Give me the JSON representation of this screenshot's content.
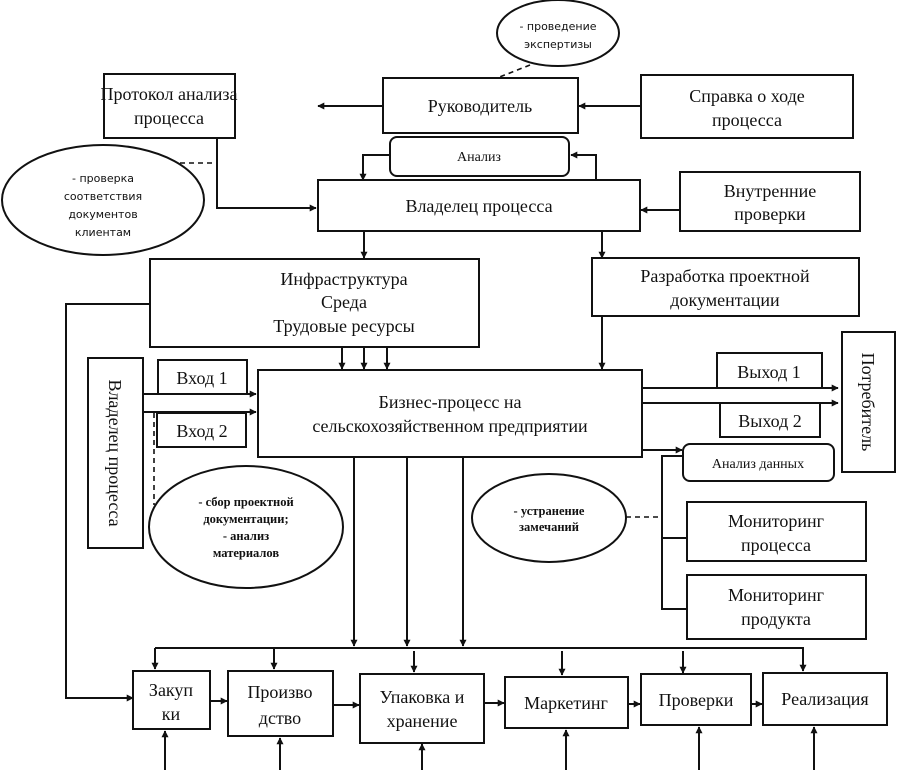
{
  "diagram": {
    "nodes": {
      "protocol": {
        "lines": [
          "Протокол анализа",
          "процесса"
        ]
      },
      "manager": {
        "lines": [
          "Руководитель"
        ]
      },
      "progress_report": {
        "lines": [
          "Справка о ходе",
          "процесса"
        ]
      },
      "analysis": {
        "lines": [
          "Анализ"
        ]
      },
      "process_owner_top": {
        "lines": [
          "Владелец процесса"
        ]
      },
      "internal_audits": {
        "lines": [
          "Внутренние",
          "проверки"
        ]
      },
      "resources": {
        "lines": [
          "Инфраструктура",
          "Среда",
          "Трудовые ресурсы"
        ]
      },
      "design_docs": {
        "lines": [
          "Разработка проектной",
          "документации"
        ]
      },
      "process_owner_side": {
        "lines": [
          "Владелец процесса"
        ]
      },
      "input1": {
        "lines": [
          "Вход 1"
        ]
      },
      "input2": {
        "lines": [
          "Вход 2"
        ]
      },
      "business_process": {
        "lines": [
          "Бизнес-процесс на",
          "сельскохозяйственном предприятии"
        ]
      },
      "output1": {
        "lines": [
          "Выход 1"
        ]
      },
      "output2": {
        "lines": [
          "Выход 2"
        ]
      },
      "consumer": {
        "lines": [
          "Потребитель"
        ]
      },
      "data_analysis": {
        "lines": [
          "Анализ данных"
        ]
      },
      "monitoring_process": {
        "lines": [
          "Мониторинг",
          "процесса"
        ]
      },
      "monitoring_product": {
        "lines": [
          "Мониторинг",
          "продукта"
        ]
      },
      "purchasing": {
        "lines": [
          "Закуп",
          "ки"
        ]
      },
      "production": {
        "lines": [
          "Произво",
          "дство"
        ]
      },
      "packaging": {
        "lines": [
          "Упаковка и",
          "хранение"
        ]
      },
      "marketing": {
        "lines": [
          "Маркетинг"
        ]
      },
      "inspections": {
        "lines": [
          "Проверки"
        ]
      },
      "sales": {
        "lines": [
          "Реализация"
        ]
      }
    },
    "notes": {
      "expertise": {
        "lines": [
          "- проведение",
          "экспертизы"
        ]
      },
      "document_check": {
        "lines": [
          "- проверка",
          "соответствия",
          "документов",
          "клиентам"
        ]
      },
      "collection": {
        "lines": [
          "- сбор проектной",
          "документации;",
          "- анализ",
          "материалов"
        ]
      },
      "remediation": {
        "lines": [
          "- устранение",
          "замечаний"
        ]
      }
    }
  }
}
